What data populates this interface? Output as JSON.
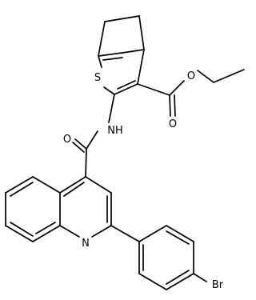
{
  "diagram": {
    "type": "chemical-structure",
    "atom_labels": {
      "sulfur": "S",
      "ester_ether_oxygen": "O",
      "ester_carbonyl_oxygen": "O",
      "amide_oxygen": "O",
      "amide_nitrogen": "NH",
      "quinoline_nitrogen": "N",
      "bromine": "Br"
    },
    "colors": {
      "bond": "#000000",
      "label": "#000000",
      "background": "#ffffff"
    }
  }
}
